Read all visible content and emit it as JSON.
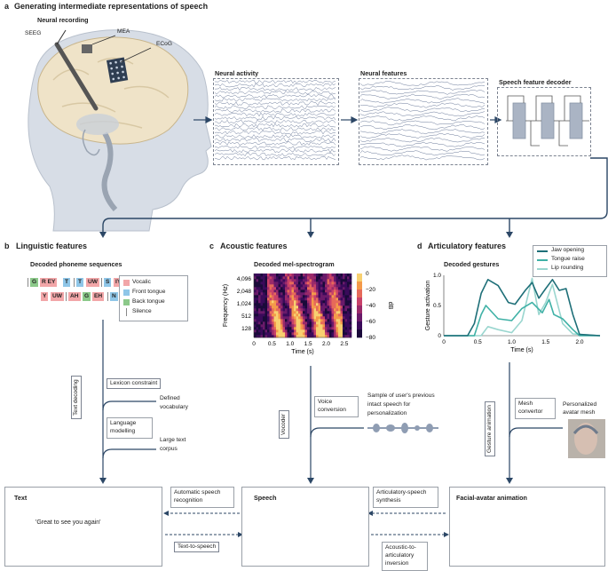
{
  "section_a": {
    "letter": "a",
    "title": "Generating intermediate representations of speech",
    "subtitle": "Neural recording",
    "brain_labels": {
      "mea": "MEA",
      "ecog": "ECoG",
      "seeg": "SEEG"
    },
    "panels": {
      "activity": "Neural activity",
      "features": "Neural features",
      "decoder": "Speech feature decoder"
    }
  },
  "section_b": {
    "letter": "b",
    "title": "Linguistic features",
    "subtitle": "Decoded phoneme sequences",
    "phonemes_row1": [
      "G",
      "R EY",
      "T",
      "T",
      "UW",
      "S",
      "IY"
    ],
    "phonemes_row2": [
      "Y",
      "UW",
      "AH",
      "G",
      "EH",
      "N"
    ],
    "legend": [
      "Vocalic",
      "Front tongue",
      "Back tongue",
      "Silence"
    ],
    "legend_colors": [
      "#f2a6a8",
      "#8fc6e8",
      "#8cc98a",
      "#888888"
    ],
    "side_label": "Text decoding",
    "lexicon": "Lexicon constraint",
    "vocab": [
      "Defined",
      "vocabulary"
    ],
    "lm": [
      "Language",
      "modelling"
    ],
    "corpus": [
      "Large text",
      "corpus"
    ]
  },
  "section_c": {
    "letter": "c",
    "title": "Acoustic features",
    "subtitle": "Decoded mel-spectrogram",
    "side_label": "Vocoder",
    "vc": [
      "Voice",
      "conversion"
    ],
    "sample": [
      "Sample of user's previous",
      "intact speech for",
      "personalization"
    ]
  },
  "section_d": {
    "letter": "d",
    "title": "Articulatory features",
    "subtitle": "Decoded gestures",
    "side_label": "Gesture animation",
    "mesh": [
      "Mesh",
      "convertor"
    ],
    "avatar": [
      "Personalized",
      "avatar mesh"
    ]
  },
  "bottom": {
    "text_title": "Text",
    "text_quote": "'Great to see you again'",
    "speech_title": "Speech",
    "avatar_title": "Facial-avatar animation",
    "asr": [
      "Automatic speech",
      "recognition"
    ],
    "tts": "Text-to-speech",
    "ass": [
      "Articulatory-speech",
      "synthesis"
    ],
    "aai": [
      "Acoustic-to-",
      "articulatory",
      "inversion"
    ]
  },
  "chart_data": [
    {
      "type": "heatmap",
      "title": "Decoded mel-spectrogram",
      "xlabel": "Time (s)",
      "ylabel": "Frequency (Hz)",
      "x_ticks": [
        "0",
        "0.5",
        "1.0",
        "1.5",
        "2.0",
        "2.5"
      ],
      "y_ticks": [
        "4,096",
        "2,048",
        "1,024",
        "512",
        "128"
      ],
      "colorbar_label": "dB",
      "colorbar_ticks": [
        "0",
        "−20",
        "−40",
        "−60",
        "−80"
      ],
      "xlim": [
        0,
        2.7
      ]
    },
    {
      "type": "line",
      "title": "Decoded gestures",
      "xlabel": "Time (s)",
      "ylabel": "Gesture activation",
      "x_ticks": [
        "0",
        "0.5",
        "1.0",
        "1.5",
        "2.0"
      ],
      "y_ticks": [
        "0",
        "0.5",
        "1.0"
      ],
      "xlim": [
        0,
        2.3
      ],
      "ylim": [
        0,
        1.0
      ],
      "series": [
        {
          "name": "Jaw opening",
          "color": "#1e6f78",
          "x": [
            0,
            0.35,
            0.45,
            0.55,
            0.65,
            0.8,
            0.95,
            1.05,
            1.2,
            1.3,
            1.4,
            1.5,
            1.6,
            1.7,
            1.8,
            1.9,
            2.0,
            2.3
          ],
          "y": [
            0,
            0,
            0.2,
            0.7,
            0.93,
            0.83,
            0.55,
            0.52,
            0.75,
            0.88,
            0.62,
            0.78,
            0.93,
            0.75,
            0.78,
            0.35,
            0.02,
            0
          ]
        },
        {
          "name": "Tongue raise",
          "color": "#3fb1a6",
          "x": [
            0,
            0.45,
            0.55,
            0.62,
            0.8,
            1.0,
            1.15,
            1.3,
            1.45,
            1.55,
            1.62,
            1.75,
            1.9,
            2.0,
            2.3
          ],
          "y": [
            0,
            0,
            0.35,
            0.5,
            0.28,
            0.25,
            0.45,
            0.55,
            0.38,
            0.6,
            0.35,
            0.28,
            0.1,
            0,
            0
          ]
        },
        {
          "name": "Lip rounding",
          "color": "#9ad6cf",
          "x": [
            0,
            0.55,
            0.65,
            0.8,
            1.0,
            1.15,
            1.3,
            1.4,
            1.5,
            1.6,
            1.75,
            1.9,
            2.3
          ],
          "y": [
            0,
            0,
            0.15,
            0.1,
            0.05,
            0.25,
            0.95,
            0.35,
            0.55,
            0.85,
            0.2,
            0.03,
            0
          ]
        }
      ]
    }
  ]
}
